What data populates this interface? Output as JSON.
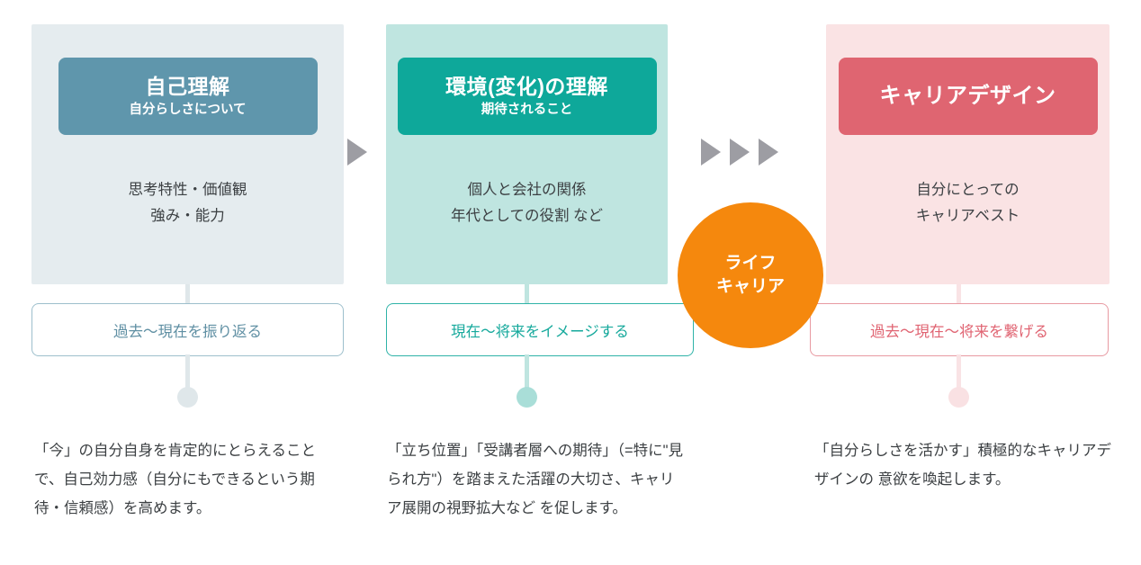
{
  "diagram": {
    "title_hidden": "",
    "colors": {
      "panel1_bg": "#e5ecef",
      "panel1_head": "#5f96ac",
      "panel2_bg": "#bfe5e0",
      "panel2_head": "#0ea89a",
      "panel3_bg": "#fae3e4",
      "panel3_head": "#df6571",
      "badge": "#f5880d",
      "arrow": "#9d9da3",
      "text": "#3c4043"
    },
    "columns": [
      {
        "id": "self-understanding",
        "head_title": "自己理解",
        "head_sub": "自分らしさについて",
        "body_lines": [
          "思考特性・価値観",
          "強み・能力"
        ],
        "pill_label": "過去〜現在を振り返る",
        "paragraph": "「今」の自分自身を肯定的にとらえることで、自己効力感（自分にもできるという期待・信頼感）を高めます。"
      },
      {
        "id": "environment-understanding",
        "head_title": "環境(変化)の理解",
        "head_sub": "期待されること",
        "body_lines": [
          "個人と会社の関係",
          "年代としての役割 など"
        ],
        "pill_label": "現在〜将来をイメージする",
        "paragraph": "「立ち位置」「受講者層への期待」（=特に\"見られ方\"）を踏まえた活躍の大切さ、キャリア展開の視野拡大など を促します。"
      },
      {
        "id": "career-design",
        "head_title": "キャリアデザイン",
        "head_sub": "",
        "body_lines": [
          "自分にとっての",
          "キャリアベスト"
        ],
        "pill_label": "過去〜現在〜将来を繋げる",
        "paragraph": "「自分らしさを活かす」積極的なキャリアデザインの 意欲を喚起します。"
      }
    ],
    "badge": {
      "line1": "ライフ",
      "line2": "キャリア"
    },
    "arrows": {
      "group1_count": 1,
      "group2_count": 3,
      "glyph": "triangle-right-icon"
    }
  }
}
